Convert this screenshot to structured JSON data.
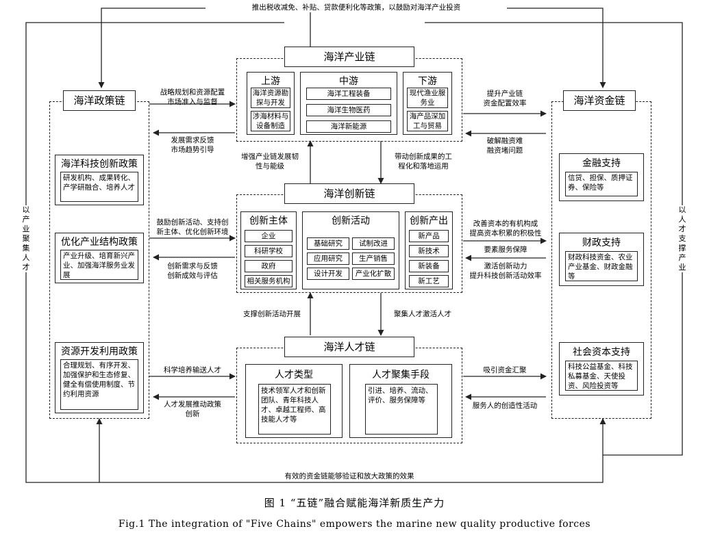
{
  "top_feedback": "推出税收减免、补贴、贷款便利化等政策，以鼓励对海洋产业投资",
  "bottom_feedback": "有效的资金链能够验证和放大政策的效果",
  "left_outer": "以产业聚集人才",
  "right_outer": "以人才支撑产业",
  "industry": {
    "title": "海洋产业链",
    "upstream": {
      "title": "上游",
      "items": [
        "海洋资源勘探与开发",
        "涉海材料与设备制造"
      ]
    },
    "midstream": {
      "title": "中游",
      "items": [
        "海洋工程装备",
        "海洋生物医药",
        "海洋新能源"
      ]
    },
    "downstream": {
      "title": "下游",
      "items": [
        "现代渔业服务业",
        "海产品深加工与贸易"
      ]
    }
  },
  "innovation": {
    "title": "海洋创新链",
    "subject": {
      "title": "创新主体",
      "items": [
        "企业",
        "科研学校",
        "政府",
        "相关服务机构"
      ]
    },
    "activity": {
      "title": "创新活动",
      "items": [
        "基础研究",
        "试制改进",
        "应用研究",
        "生产销售",
        "设计开发",
        "产业化扩散"
      ]
    },
    "output": {
      "title": "创新产出",
      "items": [
        "新产品",
        "新技术",
        "新装备",
        "新工艺"
      ]
    }
  },
  "talent": {
    "title": "海洋人才链",
    "types": {
      "title": "人才类型",
      "text": "技术领军人才和创新团队、青年科技人才、卓越工程师、高技能人才等"
    },
    "means": {
      "title": "人才聚集手段",
      "text": "引进、培养、流动、评价、服务保障等"
    }
  },
  "policy": {
    "title": "海洋政策链",
    "items": [
      {
        "title": "海洋科技创新政策",
        "text": "研发机构、成果转化、产学研融合、培养人才"
      },
      {
        "title": "优化产业结构政策",
        "text": "产业升级、培育新兴产业、加强海洋服务业发展"
      },
      {
        "title": "资源开发利用政策",
        "text": "合理规划、有序开发、加强保护和生态修复、健全有偿使用制度、节约利用资源"
      }
    ]
  },
  "capital": {
    "title": "海洋资金链",
    "items": [
      {
        "title": "金融支持",
        "text": "信贷、担保、质押证券、保险等"
      },
      {
        "title": "财政支持",
        "text": "财政科技资金、农业产业基金、财政金融等"
      },
      {
        "title": "社会资本支持",
        "text": "科技公益基金、科技私募基金、天使投资、风险投资等"
      }
    ]
  },
  "labels": {
    "pol_ind_to": "战略规划和资源配置\n市场准入与监督",
    "pol_ind_back": "发展需求反馈\n市场趋势引导",
    "pol_inn_to": "鼓励创新活动、支持创\n新主体、优化创新环境",
    "pol_inn_back": "创新需求与反馈\n创新成效与评估",
    "pol_tal_to": "科学培养输送人才",
    "pol_tal_back": "人才发展推动政策\n创新",
    "ind_cap_to": "提升产业链\n资金配置效率",
    "ind_cap_back": "破解融资难\n融资堵问题",
    "inn_cap_to": "改善资本的有机构成\n提高资本积累的积极性",
    "inn_cap_mid": "要素服务保障",
    "inn_cap_back": "激活创新动力\n提升科技创新活动效率",
    "tal_cap_to": "吸引资金汇聚",
    "tal_cap_back": "服务人的创造性活动",
    "inn_to_ind": "增强产业链发展韧\n性与能级",
    "ind_to_inn": "带动创新成果的工\n程化和落地运用",
    "tal_to_inn": "支撑创新活动开展",
    "inn_to_tal": "聚集人才激活人才"
  },
  "caption_cn": "图 1  “五链”融合赋能海洋新质生产力",
  "caption_en": "Fig.1   The integration of \"Five Chains\" empowers the marine new quality productive forces"
}
